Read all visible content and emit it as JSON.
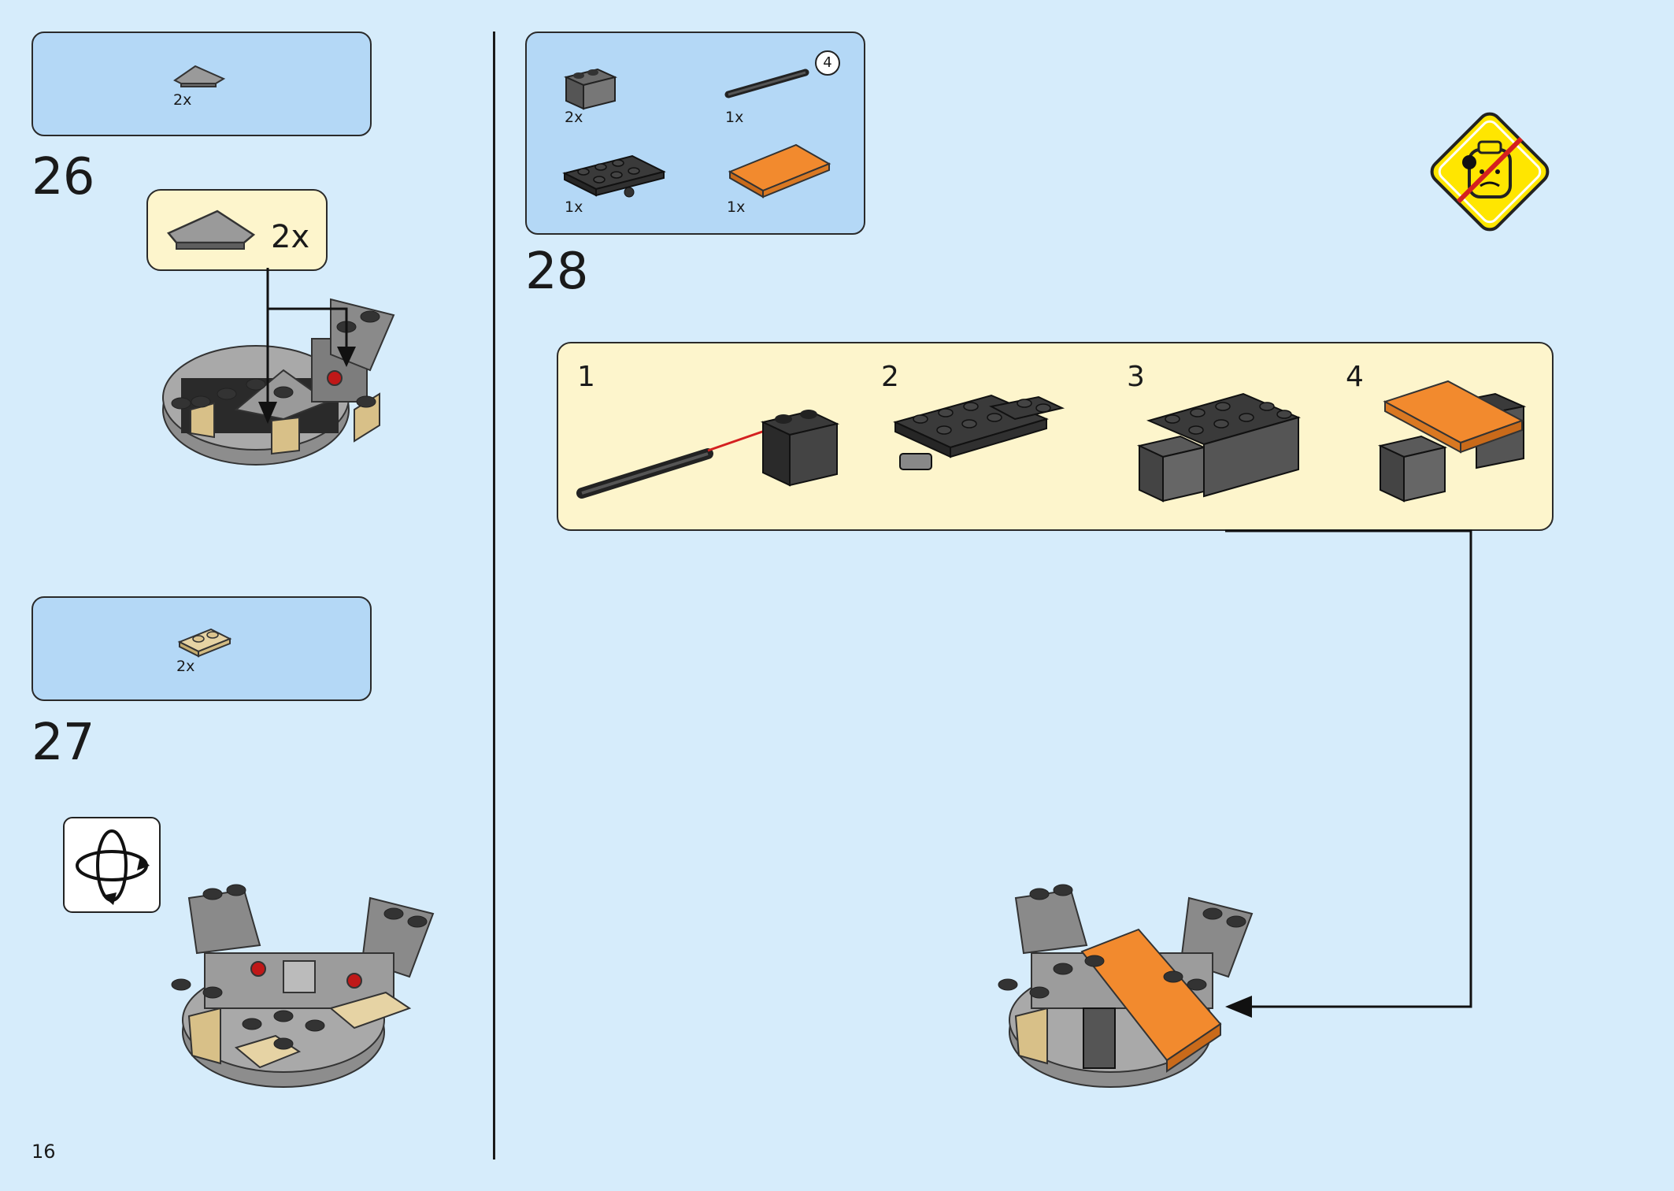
{
  "page": {
    "number": "16"
  },
  "steps": [
    {
      "number": "26",
      "parts": [
        {
          "qty": "2x",
          "color": "#9a9a9a"
        }
      ],
      "callout_qty": "2x"
    },
    {
      "number": "27",
      "parts": [
        {
          "qty": "2x",
          "color": "#dcc48e"
        }
      ]
    },
    {
      "number": "28",
      "parts": [
        {
          "qty": "2x",
          "color": "#555555"
        },
        {
          "qty": "1x",
          "color": "#333333",
          "badge": "4"
        },
        {
          "qty": "1x",
          "color": "#333333"
        },
        {
          "qty": "1x",
          "color": "#f28a2e"
        }
      ],
      "substeps": [
        "1",
        "2",
        "3",
        "4"
      ]
    }
  ],
  "colors": {
    "background": "#d6ecfb",
    "parts_box": "#b4d8f6",
    "callout": "#fdf5cc",
    "warning": "#ffe600",
    "arrow_red": "#d42020"
  },
  "icons": [
    "rotate-model-icon",
    "no-minifig-warning-icon"
  ]
}
